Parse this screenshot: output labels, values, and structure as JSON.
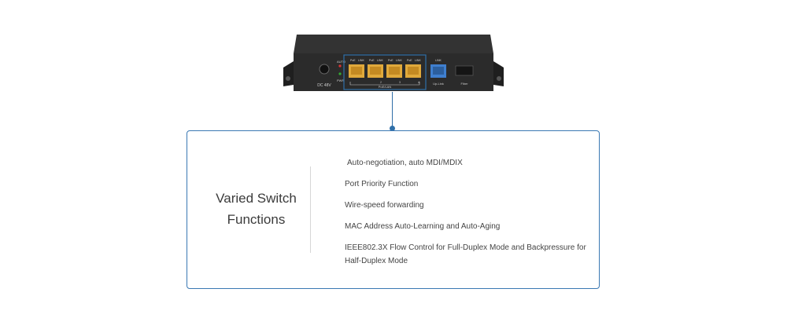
{
  "device": {
    "labels": {
      "dc": "DC 48V",
      "auto": "AUTO",
      "pwr": "PWR",
      "poe": "PoE",
      "link": "LINK",
      "poe_lan": "PoE/LAN",
      "uplink": "Up-Link",
      "fiber": "Fiber",
      "port_numbers": [
        "1",
        "2",
        "3",
        "4"
      ]
    },
    "colors": {
      "chassis": "#2b2b2b",
      "rj45_poe": "#e0a93b",
      "rj45_uplink": "#3f7fcf",
      "highlight": "#2f6fa8"
    }
  },
  "panel": {
    "title_line1": "Varied Switch",
    "title_line2": "Functions",
    "features": [
      "Auto-negotiation, auto MDI/MDIX",
      "Port Priority Function",
      "Wire-speed forwarding",
      "MAC Address Auto-Learning and Auto-Aging",
      "IEEE802.3X Flow Control for Full-Duplex Mode and Backpressure for Half-Duplex Mode"
    ],
    "border_color": "#3a78b3"
  }
}
